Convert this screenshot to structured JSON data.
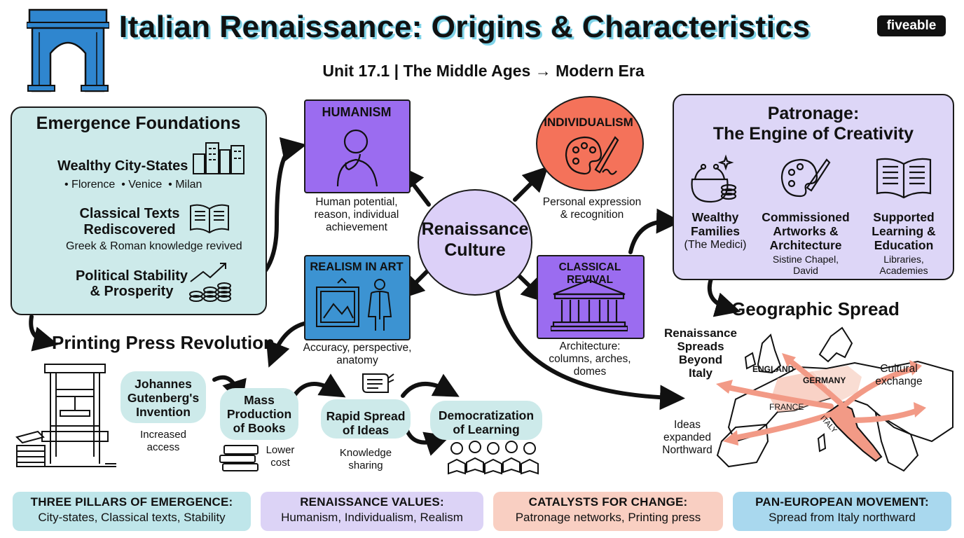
{
  "header": {
    "title": "Italian Renaissance: Origins & Characteristics",
    "subtitle": "Unit 17.1 | The Middle Ages → Modern Era",
    "brand": "fiveable"
  },
  "foundations": {
    "title": "Emergence Foundations",
    "item1_title": "Wealthy City-States",
    "item1_sub": "• Florence  • Venice  • Milan",
    "item2_title_l1": "Classical Texts",
    "item2_title_l2": "Rediscovered",
    "item2_sub": "Greek & Roman knowledge revived",
    "item3_title_l1": "Political Stability",
    "item3_title_l2": "& Prosperity"
  },
  "center": {
    "line1": "Renaissance",
    "line2": "Culture"
  },
  "humanism": {
    "title": "HUMANISM",
    "cap_l1": "Human potential,",
    "cap_l2": "reason, individual",
    "cap_l3": "achievement"
  },
  "individualism": {
    "title": "INDIVIDUALISM",
    "cap_l1": "Personal expression",
    "cap_l2": "& recognition"
  },
  "realism": {
    "title": "REALISM IN ART",
    "cap_l1": "Accuracy, perspective,",
    "cap_l2": "anatomy"
  },
  "classical": {
    "title": "CLASSICAL REVIVAL",
    "cap_l1": "Architecture:",
    "cap_l2": "columns, arches,",
    "cap_l3": "domes"
  },
  "patronage": {
    "title_l1": "Patronage:",
    "title_l2": "The Engine of Creativity",
    "col1_l1": "Wealthy",
    "col1_l2": "Families",
    "col1_l3": "(The Medici)",
    "col2_l1": "Commissioned",
    "col2_l2": "Artworks &",
    "col2_l3": "Architecture",
    "col2_sub_l1": "Sistine Chapel,",
    "col2_sub_l2": "David",
    "col3_l1": "Supported",
    "col3_l2": "Learning &",
    "col3_l3": "Education",
    "col3_sub_l1": "Libraries,",
    "col3_sub_l2": "Academies"
  },
  "printing": {
    "title": "Printing Press Revolution",
    "step1_l1": "Johannes",
    "step1_l2": "Gutenberg's",
    "step1_l3": "Invention",
    "step1_note_l1": "Increased",
    "step1_note_l2": "access",
    "step2_l1": "Mass",
    "step2_l2": "Production",
    "step2_l3": "of Books",
    "step2_note_l1": "Lower",
    "step2_note_l2": "cost",
    "step3_l1": "Rapid Spread",
    "step3_l2": "of Ideas",
    "step3_note_l1": "Knowledge",
    "step3_note_l2": "sharing",
    "step4_l1": "Democratization",
    "step4_l2": "of Learning"
  },
  "geography": {
    "title": "Geographic Spread",
    "spread_l1": "Renaissance",
    "spread_l2": "Spreads",
    "spread_l3": "Beyond",
    "spread_l4": "Italy",
    "england": "ENGLAND",
    "germany": "GERMANY",
    "france": "FRANCE",
    "italy": "ITALY",
    "exchange_l1": "Cultural",
    "exchange_l2": "exchange",
    "ideas_l1": "Ideas",
    "ideas_l2": "expanded",
    "ideas_l3": "Northward"
  },
  "summary": [
    {
      "heading": "THREE PILLARS OF EMERGENCE:",
      "text": "City-states, Classical texts, Stability",
      "color": "#bfe6ea"
    },
    {
      "heading": "RENAISSANCE VALUES:",
      "text": "Humanism, Individualism, Realism",
      "color": "#dcd3f6"
    },
    {
      "heading": "CATALYSTS FOR CHANGE:",
      "text": "Patronage networks, Printing press",
      "color": "#f9cfc2"
    },
    {
      "heading": "PAN-EUROPEAN MOVEMENT:",
      "text": "Spread from Italy northward",
      "color": "#a9d8ee"
    }
  ],
  "colors": {
    "teal_panel": "#cdeaea",
    "purple_panel": "#ddd6f7",
    "humanism": "#9b6cf0",
    "individualism": "#f4725a",
    "realism": "#3c93d2",
    "classical": "#9b6cf0",
    "center": "#dcd0f8",
    "chip": "#cdeaea",
    "map_arrow": "#f29a86"
  }
}
